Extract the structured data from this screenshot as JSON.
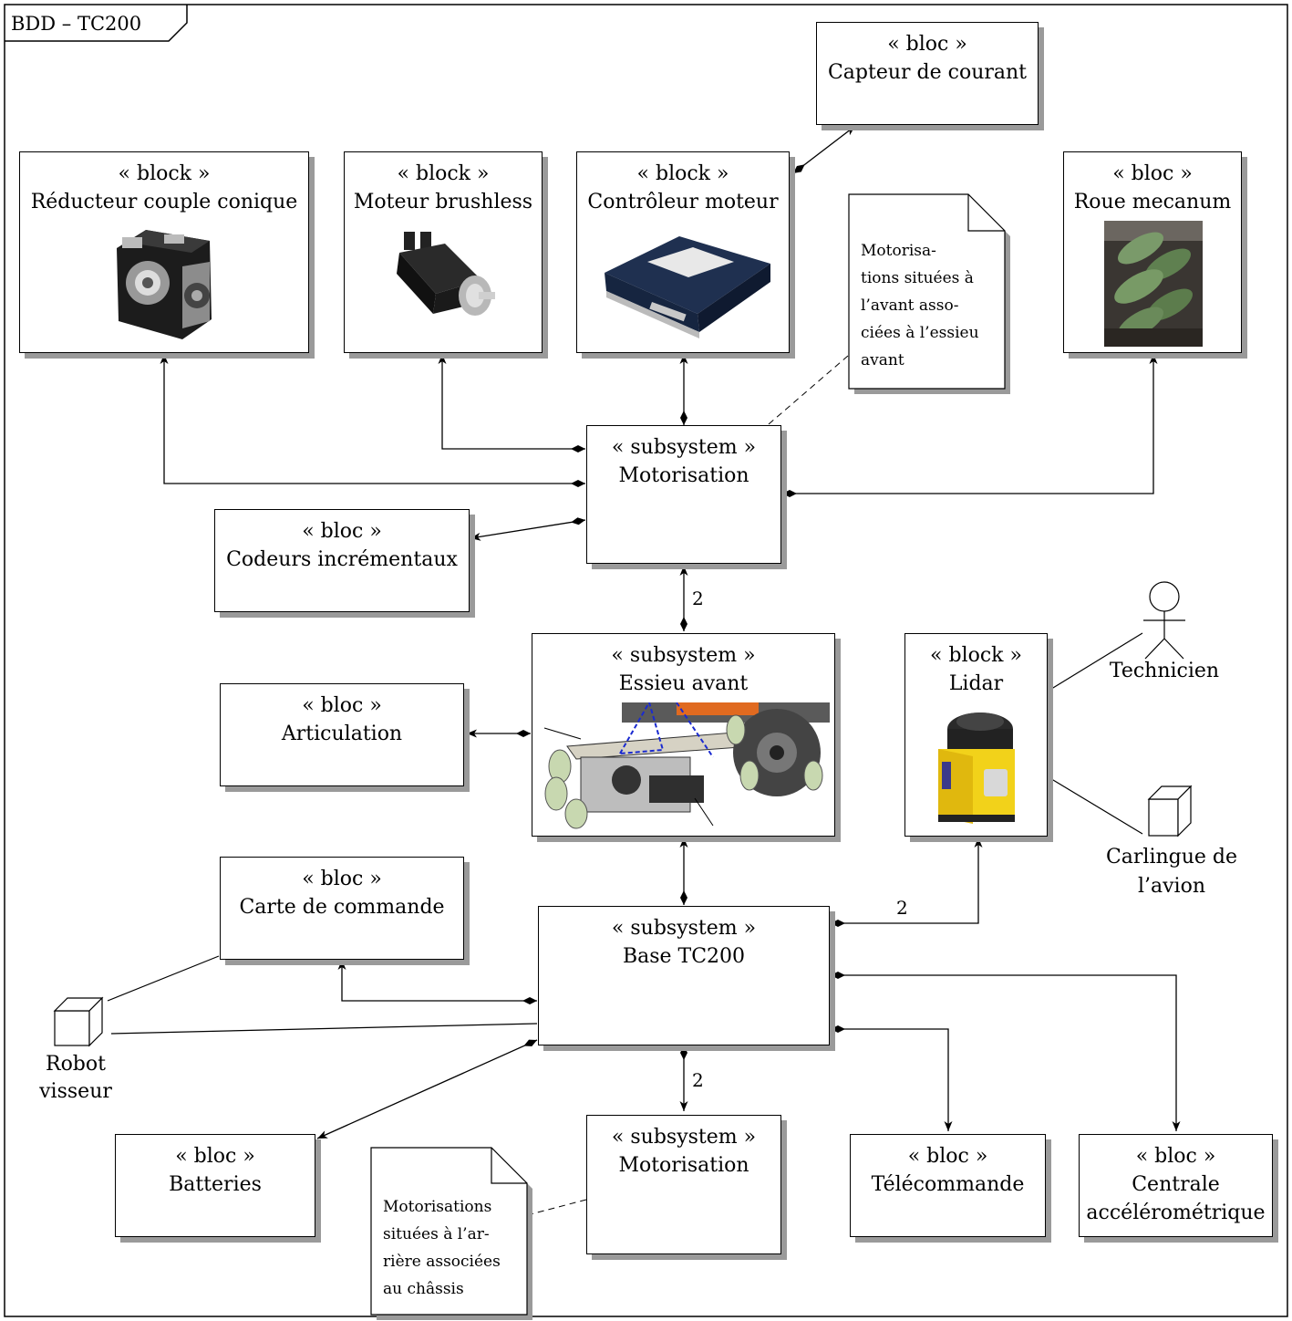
{
  "frame": {
    "title": "BDD – TC200"
  },
  "blocks": {
    "capteur": {
      "stereotype": "« bloc »",
      "name": "Capteur de courant"
    },
    "reducteur": {
      "stereotype": "« block »",
      "name": "Réducteur couple conique"
    },
    "moteur": {
      "stereotype": "« block »",
      "name": "Moteur brushless"
    },
    "controleur": {
      "stereotype": "« block »",
      "name": "Contrôleur moteur"
    },
    "roue": {
      "stereotype": "« bloc »",
      "name": "Roue mecanum"
    },
    "motorisation_avant": {
      "stereotype": "« subsystem »",
      "name": "Motorisation"
    },
    "codeurs": {
      "stereotype": "« bloc »",
      "name": "Codeurs incrémentaux"
    },
    "essieu": {
      "stereotype": "« subsystem »",
      "name": "Essieu avant"
    },
    "articulation": {
      "stereotype": "« bloc »",
      "name": "Articulation"
    },
    "lidar": {
      "stereotype": "« block »",
      "name": "Lidar"
    },
    "carte": {
      "stereotype": "« bloc »",
      "name": "Carte de commande"
    },
    "base": {
      "stereotype": "« subsystem »",
      "name": "Base TC200"
    },
    "batteries": {
      "stereotype": "« bloc »",
      "name": "Batteries"
    },
    "motorisation_arriere": {
      "stereotype": "« subsystem »",
      "name": "Motorisation"
    },
    "telecommande": {
      "stereotype": "« bloc »",
      "name": "Télécommande"
    },
    "centrale": {
      "stereotype": "« bloc »",
      "name": "Centrale",
      "name2": "accélérométrique"
    }
  },
  "notes": {
    "avant": [
      "Motorisa-",
      "tions situées à",
      "l’avant asso-",
      "ciées à l’essieu",
      "avant"
    ],
    "arriere": [
      "Motorisations",
      "situées à l’ar-",
      "rière associées",
      "au châssis"
    ]
  },
  "actors": {
    "technicien": {
      "label": "Technicien",
      "icon": "stick-figure-icon"
    },
    "carlingue": {
      "label1": "Carlingue de",
      "label2": "l’avion",
      "icon": "cube-icon"
    },
    "robot": {
      "label1": "Robot",
      "label2": "visseur",
      "icon": "cube-icon"
    }
  },
  "multiplicities": {
    "motorisation_essieu": "2",
    "base_lidar": "2",
    "base_motorisation": "2"
  },
  "images": {
    "reducteur": "gearbox-photo",
    "moteur": "brushless-motor-photo",
    "controleur": "motor-controller-photo",
    "roue": "mecanum-wheel-photo",
    "essieu": "axle-cad-photo",
    "lidar": "lidar-sensor-photo"
  }
}
